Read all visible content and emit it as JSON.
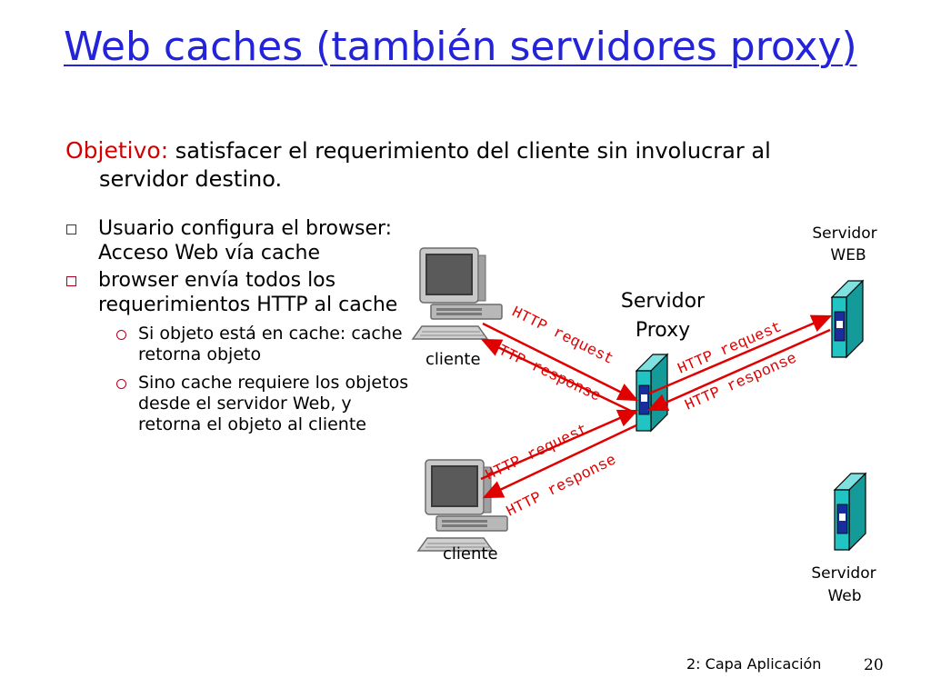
{
  "slide": {
    "title": "Web caches (también servidores proxy)",
    "objective_label": "Objetivo:",
    "objective_text": " satisfacer el requerimiento del cliente sin involucrar al servidor destino."
  },
  "bullets": [
    {
      "text": "Usuario configura el browser: Acceso Web vía cache"
    },
    {
      "text": "browser envía todos los requerimientos HTTP al cache"
    }
  ],
  "sub_bullets": [
    {
      "text": "Si objeto está en cache: cache retorna objeto"
    },
    {
      "text": "Sino cache requiere los objetos desde el servidor Web, y retorna el objeto al cliente"
    }
  ],
  "diagram": {
    "client_top_label": "cliente",
    "client_bottom_label": "cliente",
    "proxy_label_line1": "Servidor",
    "proxy_label_line2": "Proxy",
    "server_top_label_line1": "Servidor",
    "server_top_label_line2": "WEB",
    "server_bottom_label_line1": "Servidor",
    "server_bottom_label_line2": "Web",
    "arrow_labels": {
      "client_top_request": "HTTP request",
      "client_top_response": "HTTP response",
      "server_request": "HTTP request",
      "server_response": "HTTP response",
      "client_bottom_request": "HTTP request",
      "client_bottom_response": "HTTP response"
    },
    "colors": {
      "arrow": "#e00000",
      "server_fill": "#22c3c3",
      "server_window": "#1a2d9c",
      "label_red": "#e00000"
    },
    "icons": [
      "desktop-computer-icon",
      "server-tower-icon"
    ]
  },
  "footer": {
    "chapter": "2: Capa Aplicación",
    "page_number": "20"
  }
}
